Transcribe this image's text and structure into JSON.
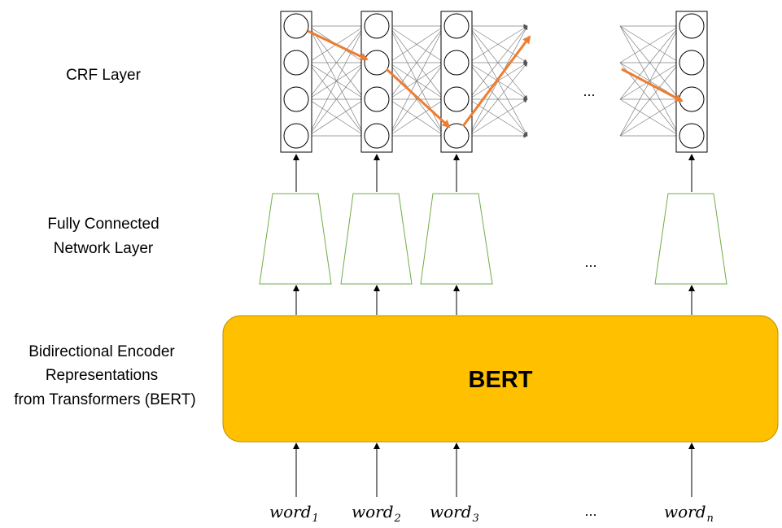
{
  "layers": {
    "crf_label": "CRF Layer",
    "fc_label_line1": "Fully Connected",
    "fc_label_line2": "Network Layer",
    "bert_label_line1": "Bidirectional Encoder",
    "bert_label_line2": "Representations",
    "bert_label_line3": "from Transformers (BERT)"
  },
  "bert_box": {
    "text": "BERT",
    "fill": "#FFC000",
    "stroke": "#BF9000"
  },
  "words": [
    {
      "base": "word",
      "sub": "1"
    },
    {
      "base": "word",
      "sub": "2"
    },
    {
      "base": "word",
      "sub": "3"
    },
    {
      "base": "word",
      "sub": "n"
    }
  ],
  "ellipsis": "...",
  "colors": {
    "path": "#ED7D31",
    "trapezoid": "#70AD47",
    "connections": "#808080",
    "node_stroke": "#000000"
  },
  "crf": {
    "states_per_token": 4,
    "highlighted_path": [
      0,
      1,
      3,
      0
    ],
    "last_highlighted_state": 2
  }
}
